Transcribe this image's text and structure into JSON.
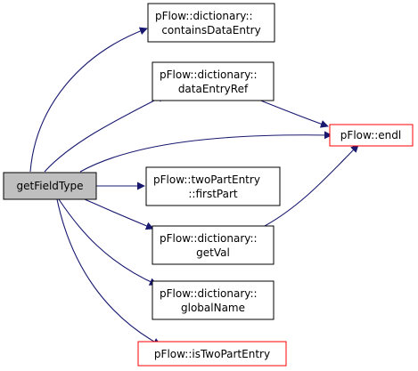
{
  "colors": {
    "edge": "#191970",
    "node_border": "#000000",
    "node_border_external": "#ff0000",
    "root_fill": "#bfbfbf",
    "node_fill": "#ffffff"
  },
  "nodes": {
    "root": {
      "label": "getFieldType"
    },
    "contains": {
      "line1": "pFlow::dictionary::",
      "line2": "containsDataEntry"
    },
    "dataEntryRef": {
      "line1": "pFlow::dictionary::",
      "line2": "dataEntryRef"
    },
    "endl": {
      "label": "pFlow::endl"
    },
    "firstPart": {
      "line1": "pFlow::twoPartEntry",
      "line2": "::firstPart"
    },
    "getVal": {
      "line1": "pFlow::dictionary::",
      "line2": "getVal"
    },
    "globalName": {
      "line1": "pFlow::dictionary::",
      "line2": "globalName"
    },
    "isTwoPart": {
      "label": "pFlow::isTwoPartEntry"
    }
  }
}
